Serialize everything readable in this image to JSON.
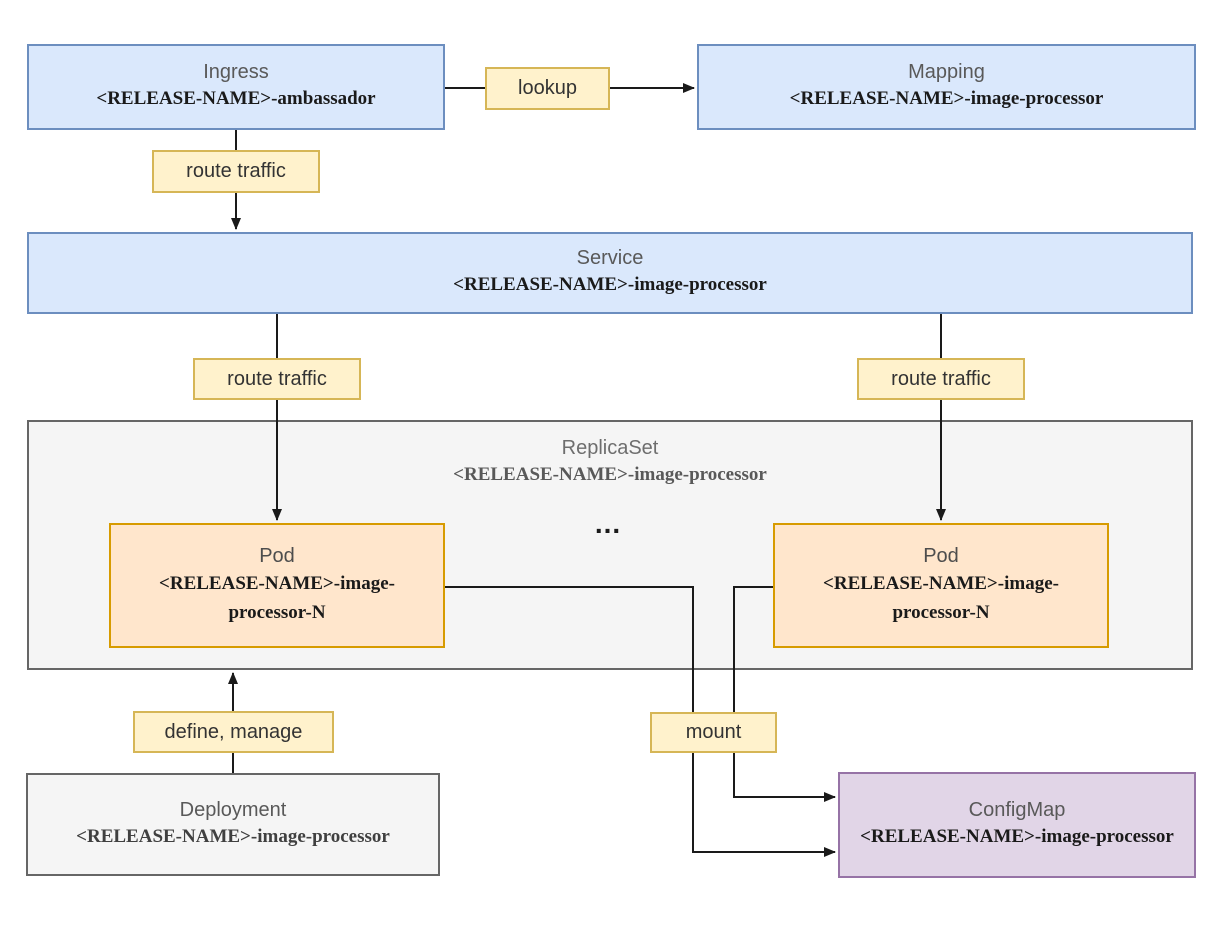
{
  "diagram": {
    "nodes": {
      "ingress": {
        "title": "Ingress",
        "subtitle": "<RELEASE-NAME>-ambassador"
      },
      "mapping": {
        "title": "Mapping",
        "subtitle": "<RELEASE-NAME>-image-processor"
      },
      "service": {
        "title": "Service",
        "subtitle": "<RELEASE-NAME>-image-processor"
      },
      "replicaset": {
        "title": "ReplicaSet",
        "subtitle": "<RELEASE-NAME>-image-processor"
      },
      "pod_left": {
        "title": "Pod",
        "subtitle": "<RELEASE-NAME>-image-processor-N"
      },
      "pod_right": {
        "title": "Pod",
        "subtitle": "<RELEASE-NAME>-image-processor-N"
      },
      "deployment": {
        "title": "Deployment",
        "subtitle": "<RELEASE-NAME>-image-processor"
      },
      "configmap": {
        "title": "ConfigMap",
        "subtitle": "<RELEASE-NAME>-image-processor"
      }
    },
    "edge_labels": {
      "lookup": "lookup",
      "route_traffic_top": "route traffic",
      "route_traffic_left": "route traffic",
      "route_traffic_right": "route traffic",
      "define_manage": "define, manage",
      "mount": "mount"
    },
    "ellipsis": "...",
    "colors": {
      "blue_fill": "#dae8fc",
      "blue_stroke": "#6c8ebf",
      "yellow_fill": "#fff2cc",
      "yellow_stroke": "#d6b656",
      "orange_fill": "#ffe6cc",
      "orange_stroke": "#d79b00",
      "gray_fill": "#f5f5f5",
      "gray_stroke": "#666666",
      "purple_fill": "#e1d5e7",
      "purple_stroke": "#9673a6",
      "connector": "#1a1a1a"
    }
  }
}
